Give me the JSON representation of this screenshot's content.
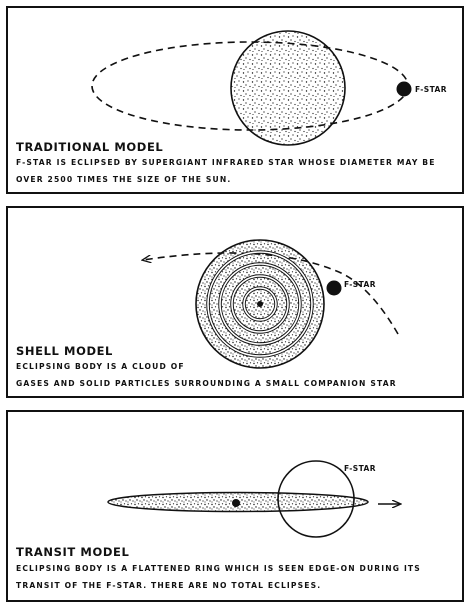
{
  "panels": [
    {
      "title": "TRADITIONAL MODEL",
      "desc_lines": [
        "F-STAR IS ECLIPSED BY SUPERGIANT INFRARED STAR WHOSE DIAMETER MAY BE",
        "OVER 2500 TIMES THE SIZE OF THE SUN."
      ],
      "star_label": "F-STAR"
    },
    {
      "title": "SHELL MODEL",
      "desc_lines": [
        "ECLIPSING BODY IS A CLOUD OF",
        "GASES AND SOLID PARTICLES SURROUNDING A SMALL COMPANION STAR"
      ],
      "star_label": "F-STAR"
    },
    {
      "title": "TRANSIT MODEL",
      "desc_lines": [
        "ECLIPSING BODY IS A FLATTENED RING WHICH IS SEEN EDGE-ON DURING ITS",
        "TRANSIT OF THE F-STAR. THERE ARE NO TOTAL ECLIPSES."
      ],
      "star_label": "F-STAR"
    }
  ],
  "colors": {
    "ink": "#111111",
    "paper": "#ffffff"
  }
}
